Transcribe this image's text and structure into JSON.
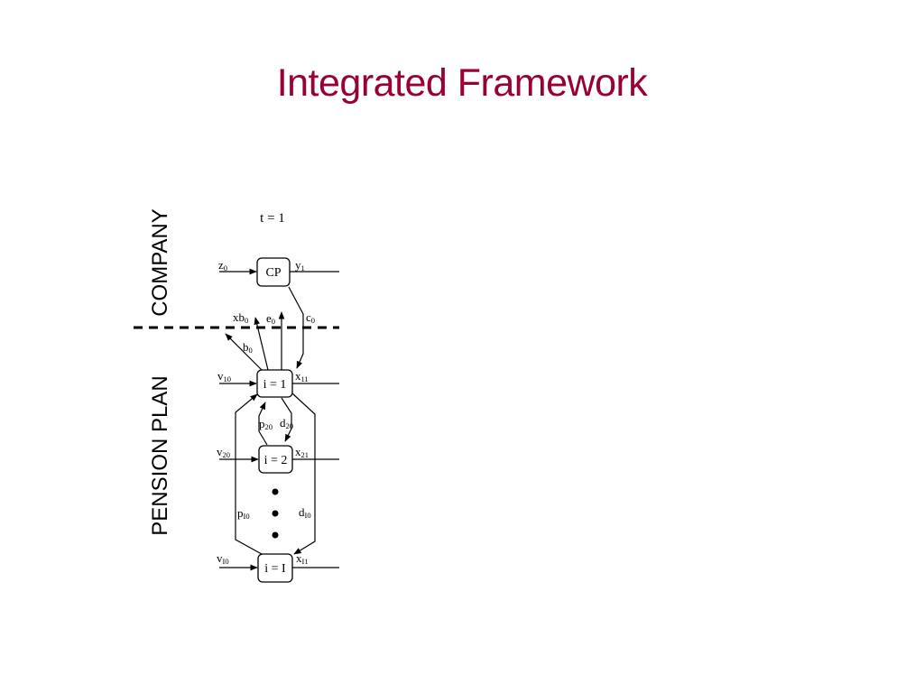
{
  "slide": {
    "title": "Integrated Framework"
  },
  "diagram": {
    "time_label": "t = 1",
    "regions": {
      "top": "COMPANY",
      "bottom": "PENSION PLAN"
    },
    "nodes": {
      "company": "CP",
      "plan_1": "i = 1",
      "plan_2": "i = 2",
      "plan_I": "i = I"
    },
    "variables": {
      "z0": {
        "base": "z",
        "sub": "0"
      },
      "y1": {
        "base": "y",
        "sub": "1"
      },
      "xb0": {
        "base": "xb",
        "sub": "0"
      },
      "e0": {
        "base": "e",
        "sub": "0"
      },
      "c0": {
        "base": "c",
        "sub": "0"
      },
      "b0": {
        "base": "b",
        "sub": "0"
      },
      "v10": {
        "base": "v",
        "sub": "10"
      },
      "x11": {
        "base": "x",
        "sub": "11"
      },
      "p20": {
        "base": "p",
        "sub": "20"
      },
      "d20": {
        "base": "d",
        "sub": "20"
      },
      "v20": {
        "base": "v",
        "sub": "20"
      },
      "x21": {
        "base": "x",
        "sub": "21"
      },
      "pI0": {
        "base": "p",
        "sub": "I0"
      },
      "dI0": {
        "base": "d",
        "sub": "I0"
      },
      "vI0": {
        "base": "v",
        "sub": "I0"
      },
      "xI1": {
        "base": "x",
        "sub": "I1"
      }
    },
    "colors": {
      "title": "#990033",
      "lines": "#000000"
    }
  }
}
